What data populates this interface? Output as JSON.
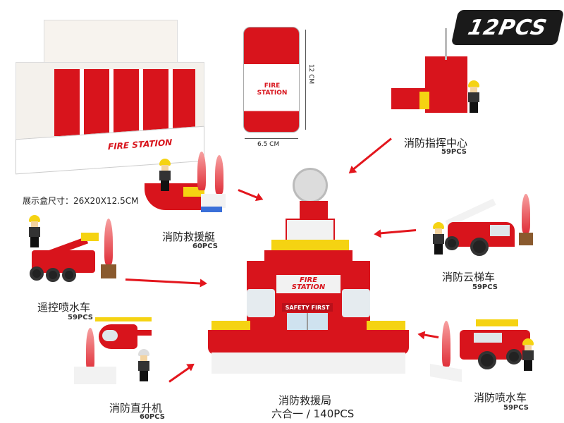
{
  "logo": {
    "text": "12PCS"
  },
  "display_box": {
    "title": "FIRE STATION",
    "size_label": "展示盒尺寸：26X20X12.5CM"
  },
  "can": {
    "brand": "FIRE STATION",
    "height": "12 CM",
    "width": "6.5 CM"
  },
  "items": [
    {
      "name": "消防指挥中心",
      "pcs": "59PCS"
    },
    {
      "name": "消防救援艇",
      "pcs": "60PCS"
    },
    {
      "name": "消防云梯车",
      "pcs": "59PCS"
    },
    {
      "name": "遥控喷水车",
      "pcs": "59PCS"
    },
    {
      "name": "消防喷水车",
      "pcs": "59PCS"
    },
    {
      "name": "消防直升机",
      "pcs": "60PCS"
    }
  ],
  "main": {
    "name": "消防救援局",
    "combo": "六合一",
    "pcs": "/ 140PCS",
    "sign": "FIRE STATION",
    "banner": "SAFETY FIRST"
  },
  "colors": {
    "accent": "#e3161d",
    "brick_red": "#d8141c",
    "brick_yellow": "#f5d312"
  }
}
